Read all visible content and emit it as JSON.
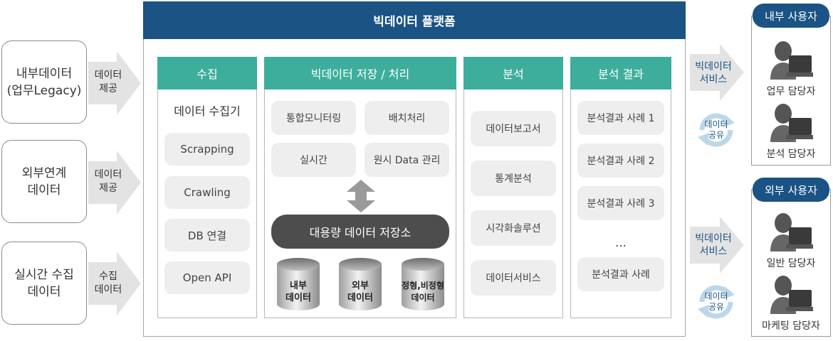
{
  "sources": [
    {
      "lines": [
        "내부데이터",
        "(업무Legacy)"
      ],
      "arrow": [
        "데이터",
        "제공"
      ]
    },
    {
      "lines": [
        "외부연계",
        "데이터"
      ],
      "arrow": [
        "데이터",
        "제공"
      ]
    },
    {
      "lines": [
        "실시간 수집",
        "데이터"
      ],
      "arrow": [
        "수집",
        "데이터"
      ]
    }
  ],
  "platform": {
    "title": "빅데이터 플랫폼",
    "collect": {
      "title": "수집",
      "subtitle": "데이터 수집기",
      "items": [
        "Scrapping",
        "Crawling",
        "DB 연결",
        "Open API"
      ]
    },
    "storage": {
      "title": "빅데이터 저장 / 처리",
      "items": [
        "통합모니터링",
        "배치처리",
        "실시간",
        "원시 Data 관리"
      ],
      "bar": "대용량 데이터 저장소",
      "dbs": [
        [
          "내부",
          "데이터"
        ],
        [
          "외부",
          "데이터"
        ],
        [
          "정형,비정형",
          "데이터"
        ]
      ]
    },
    "analysis": {
      "title": "분석",
      "items": [
        "데이터보고서",
        "통계분석",
        "시각화솔루션",
        "데이터서비스"
      ]
    },
    "results": {
      "title": "분석 결과",
      "items": [
        "분석결과 사례 1",
        "분석결과 사례 2",
        "분석결과 사례 3",
        "…",
        "분석결과 사례"
      ]
    }
  },
  "user_groups": [
    {
      "title": "내부 사용자",
      "service": [
        "빅데이터",
        "서비스"
      ],
      "share": [
        "데이터",
        "공유"
      ],
      "users": [
        "업무 담당자",
        "분석 담당자"
      ]
    },
    {
      "title": "외부 사용자",
      "service": [
        "빅데이터",
        "서비스"
      ],
      "share": [
        "데이터",
        "공유"
      ],
      "users": [
        "일반 담당자",
        "마케팅 담당자"
      ]
    }
  ],
  "colors": {
    "navy": "#1a5384",
    "teal": "#3dae9b",
    "pill": "#eeeeee",
    "storage_bar": "#4d4d4d",
    "arrow": "#e3e3e3"
  }
}
